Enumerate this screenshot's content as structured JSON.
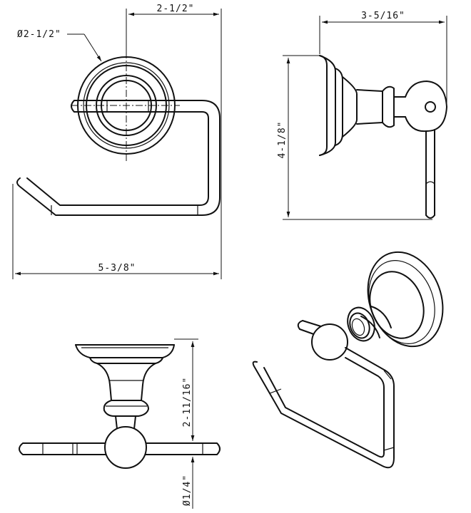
{
  "dimensions": {
    "base_diameter": "Ø2-1/2\"",
    "top_width": "2-1/2\"",
    "depth": "3-5/16\"",
    "height": "4-1/8\"",
    "overall_width": "5-3/8\"",
    "projection": "2-11/16\"",
    "rod_diameter": "Ø1/4\""
  },
  "colors": {
    "line": "#111111",
    "background": "#ffffff"
  }
}
